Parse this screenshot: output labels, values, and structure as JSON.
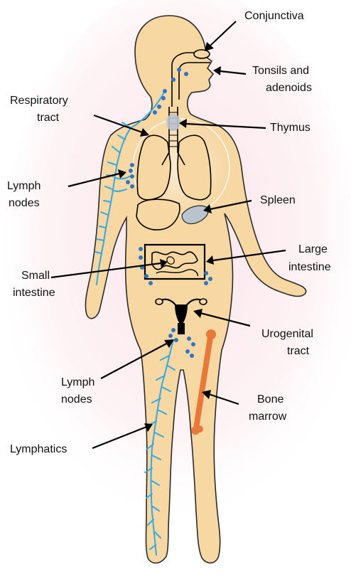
{
  "labels": {
    "conjunctiva": "Conjunctiva",
    "tonsils_line1": "Tonsils and",
    "tonsils_line2": "adenoids",
    "respiratory_line1": "Respiratory",
    "respiratory_line2": "tract",
    "thymus": "Thymus",
    "lymph_nodes_upper_line1": "Lymph",
    "lymph_nodes_upper_line2": "nodes",
    "spleen": "Spleen",
    "large_intestine_line1": "Large",
    "large_intestine_line2": "intestine",
    "small_intestine_line1": "Small",
    "small_intestine_line2": "intestine",
    "urogenital_line1": "Urogenital",
    "urogenital_line2": "tract",
    "lymph_nodes_lower_line1": "Lymph",
    "lymph_nodes_lower_line2": "nodes",
    "bone_marrow_line1": "Bone",
    "bone_marrow_line2": "marrow",
    "lymphatics": "Lymphatics"
  },
  "colors": {
    "skin": "#f7d7a2",
    "skin_outline": "#2b2b2b",
    "lymph_vessel": "#36a9e1",
    "lymph_node": "#2e75c7",
    "bone": "#e8793a",
    "spleen": "#b9c4cf",
    "background_glow": "#f9dde4"
  }
}
